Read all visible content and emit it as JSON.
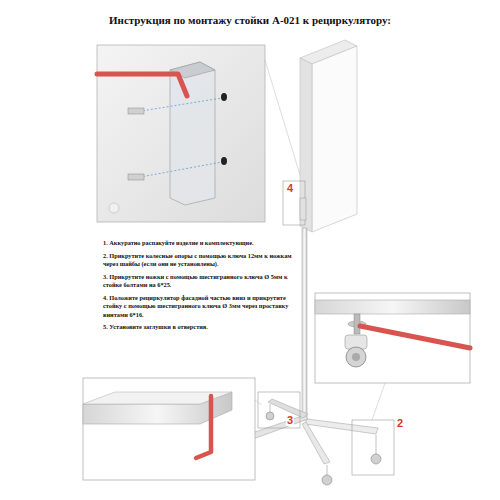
{
  "diagram": {
    "title": "Инструкция по монтажу стойки А-021 к рециркулятору:",
    "labels": [
      "1. Аккуратно распакуйте изделие и комплектующие.",
      "2. Прикрутите колесные опоры с помощью ключа 12мм к ножкам через шайбы (если они не установлены).",
      "3. Прикрутите ножки с помощью шестигранного ключа Ø 5мм к стойке болтами на 6*25.",
      "4. Положите рециркулятор фасадной частью вниз и прикрутите стойку с помощью шестигранного ключа Ø 3мм через проставку винтами 6*16.",
      "5. Установите заглушки в отверстия.",
      "4",
      "3",
      "2"
    ]
  }
}
